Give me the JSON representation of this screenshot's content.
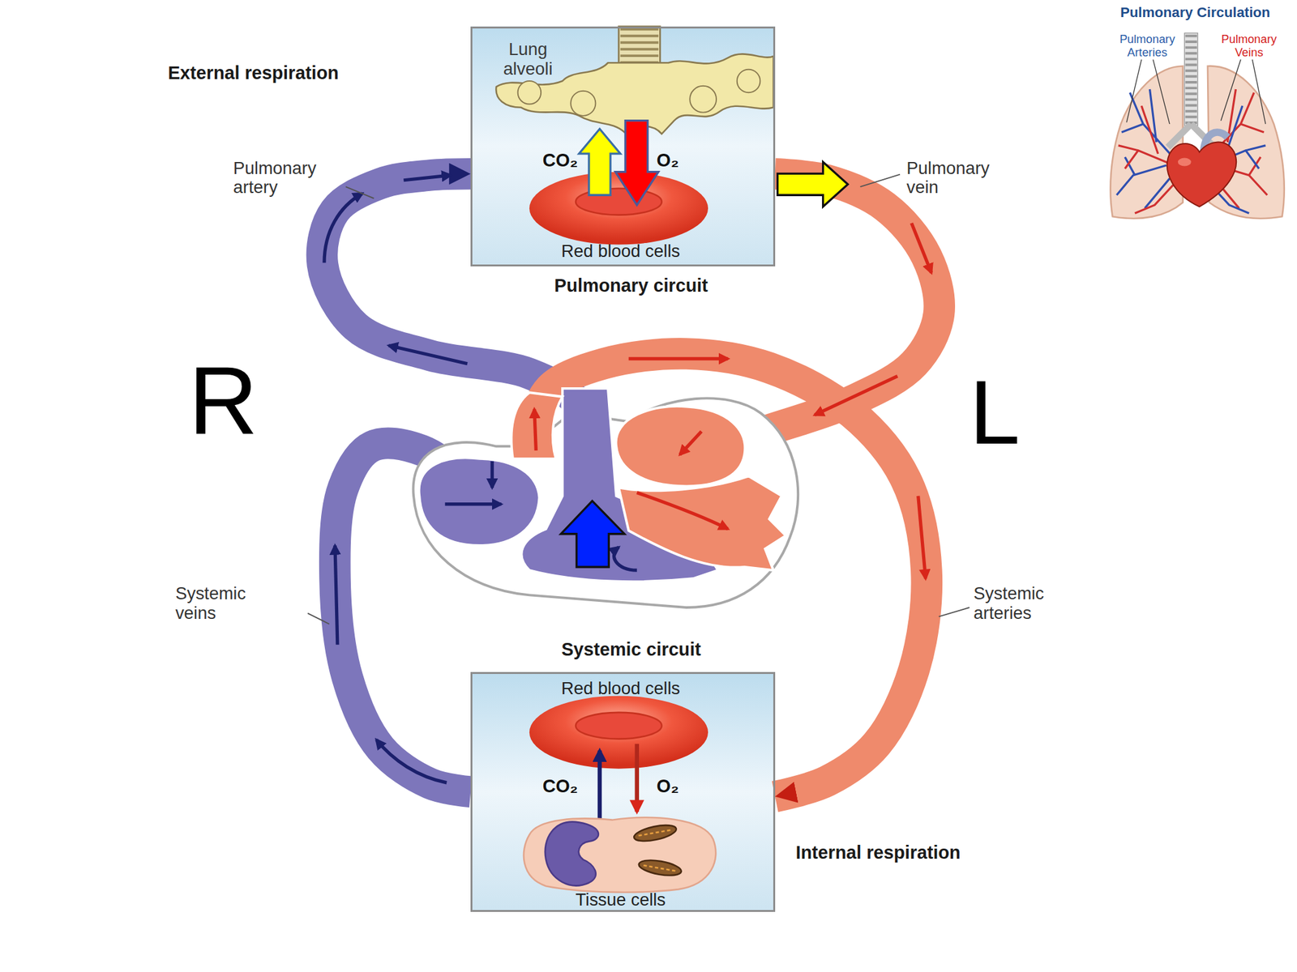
{
  "diagram": {
    "nodes": [
      {
        "text": [
          "Lung alveoli",
          "CO₂",
          "O₂",
          "Red blood cells"
        ]
      },
      {
        "text": [
          "Red blood cells",
          "CO₂",
          "O₂",
          "Tissue cells"
        ]
      }
    ],
    "edges": [
      {
        "from": 1,
        "to": 0,
        "arrow": "to"
      },
      {
        "from": 0,
        "to": 1,
        "arrow": "to"
      }
    ],
    "labels": [
      "External respiration",
      "Pulmonary artery",
      "Pulmonary vein",
      "Pulmonary circuit",
      "R",
      "L",
      "Systemic veins",
      "Systemic arteries",
      "Systemic circuit",
      "Internal respiration",
      "Pulmonary Circulation",
      "Pulmonary Arteries",
      "Pulmonary Veins"
    ]
  }
}
